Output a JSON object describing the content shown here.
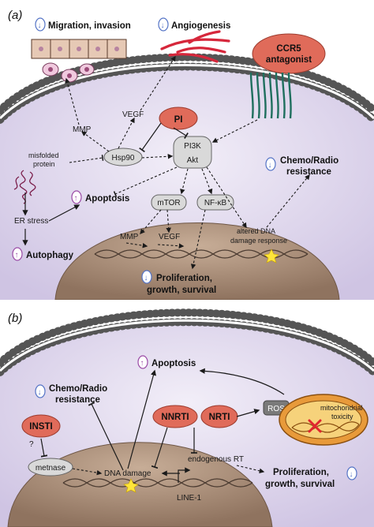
{
  "panel_a": {
    "panel_label": "(a)",
    "migration": "Migration, invasion",
    "angiogenesis": "Angiogenesis",
    "ccr5_line1": "CCR5",
    "ccr5_line2": "antagonist",
    "mmp_outer": "MMP",
    "vegf_outer": "VEGF",
    "pi": "PI",
    "pi3k": "PI3K",
    "akt": "Akt",
    "hsp90": "Hsp90",
    "misfolded_line1": "misfolded",
    "misfolded_line2": "protein",
    "chemo_line1": "Chemo/Radio",
    "chemo_line2": "resistance",
    "apoptosis": "Apoptosis",
    "mtor": "mTOR",
    "nfkb": "NF-κB",
    "er_stress": "ER stress",
    "autophagy": "Autophagy",
    "mmp_inner": "MMP",
    "vegf_inner": "VEGF",
    "dna_line1": "altered DNA",
    "dna_line2": "damage response",
    "prolif_line1": "Proliferation,",
    "prolif_line2": "growth, survival"
  },
  "panel_b": {
    "panel_label": "(b)",
    "apoptosis": "Apoptosis",
    "chemo_line1": "Chemo/Radio",
    "chemo_line2": "resistance",
    "insti": "INSTI",
    "question": "?",
    "metnase": "metnase",
    "nnrti": "NNRTI",
    "nrti": "NRTI",
    "ros": "ROS",
    "mito_line1": "mitochondrial",
    "mito_line2": "toxicity",
    "dna_damage": "DNA damage",
    "endogenous_rt": "endogenous RT",
    "line1": "LINE-1",
    "prolif_line1": "Proliferation,",
    "prolif_line2": "growth, survival"
  },
  "symbols": {
    "down": "↓",
    "up": "↑"
  },
  "colors": {
    "cytoplasm": "#e4def0",
    "nucleus": "#a98e7a",
    "drug_red": "#e06b5a",
    "node_gray": "#d9d9d9",
    "down_circle": "#5574c6",
    "up_circle": "#9a4aa6",
    "receptor": "#1f6f5e",
    "vessel": "#d6273b",
    "mitochondrion": "#e89a3a"
  }
}
